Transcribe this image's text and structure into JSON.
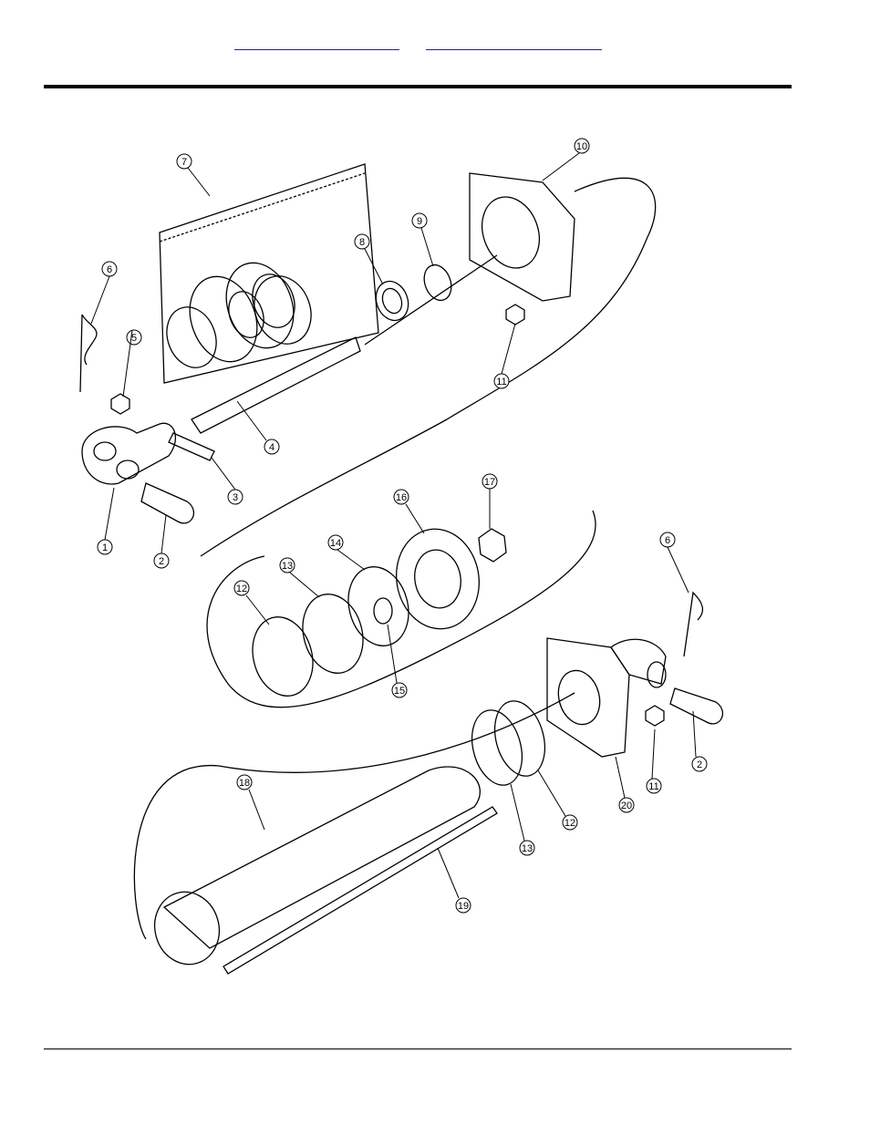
{
  "header": {
    "links": [
      "",
      ""
    ]
  },
  "diagram": {
    "callouts": [
      "1",
      "2",
      "3",
      "4",
      "5",
      "6",
      "7",
      "8",
      "9",
      "10",
      "11",
      "12",
      "13",
      "14",
      "15",
      "16",
      "17",
      "18",
      "19",
      "20",
      "6",
      "2",
      "11",
      "12",
      "13"
    ]
  }
}
